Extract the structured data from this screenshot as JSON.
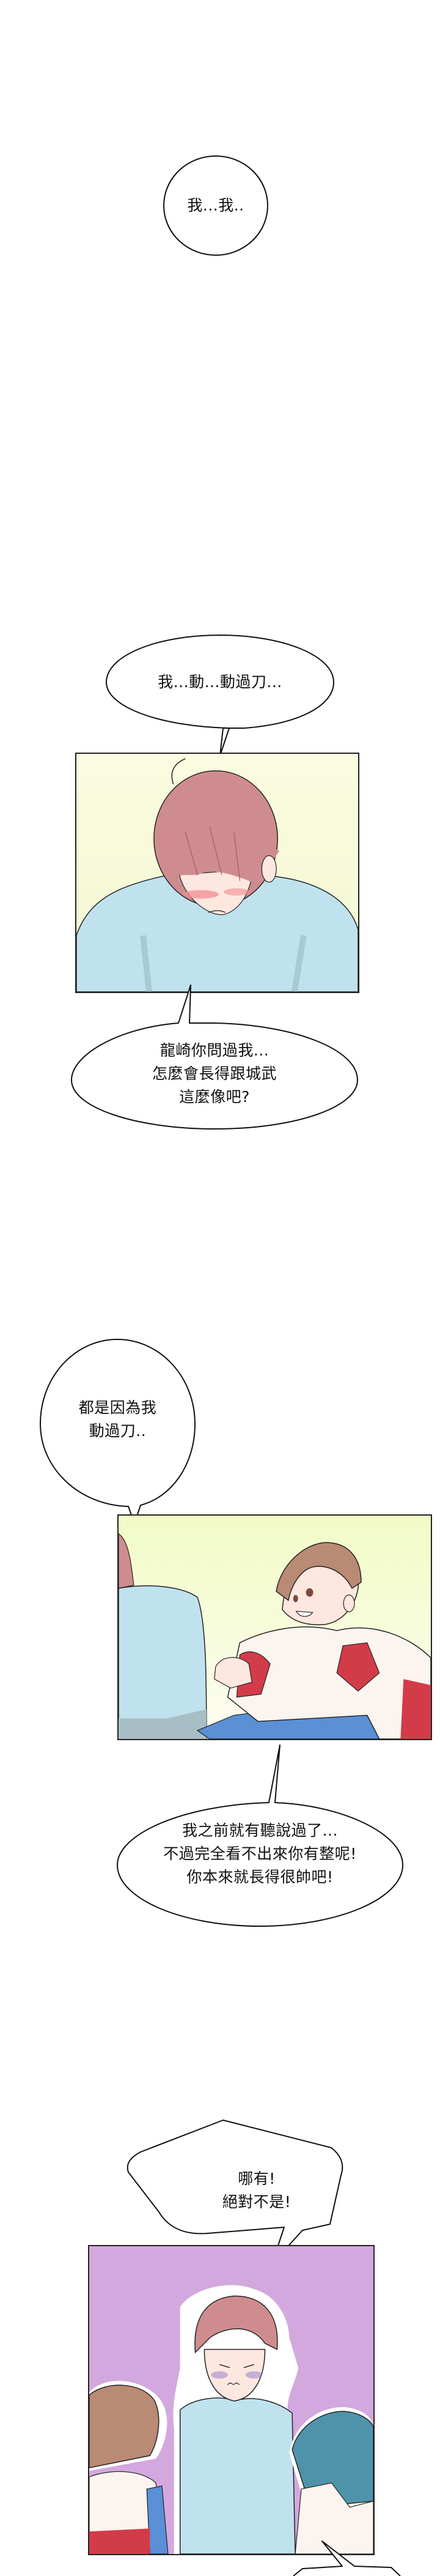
{
  "comic": {
    "background": "#ffffff",
    "bubbles": [
      {
        "id": "b1",
        "shape": "circle",
        "lines": [
          "我...我.."
        ]
      },
      {
        "id": "b2",
        "shape": "oval",
        "lines": [
          "我...動...動過刀..."
        ]
      },
      {
        "id": "b3",
        "shape": "oval",
        "lines": [
          "龍崎你問過我...",
          "怎麼會長得跟城武",
          "這麼像吧?"
        ]
      },
      {
        "id": "b4",
        "shape": "circle",
        "lines": [
          "都是因為我",
          "動過刀.."
        ]
      },
      {
        "id": "b5",
        "shape": "oval",
        "lines": [
          "我之前就有聽說過了...",
          "不過完全看不出來你有整呢!",
          "你本來就長得很帥吧!"
        ]
      },
      {
        "id": "b6",
        "shape": "jagged",
        "lines": [
          "哪有!",
          "絕對不是!"
        ]
      },
      {
        "id": "b7",
        "shape": "partial",
        "lines": []
      }
    ],
    "panels": [
      {
        "id": "p1",
        "description": "pink-haired boy in light blue shirt looking down, blushing",
        "bg_top": "#fbfbe0",
        "bg_bottom": "#f3f8d2"
      },
      {
        "id": "p2",
        "description": "brown-haired boy in white and red jacket smiling, leaning on blue cushion; pink-haired boy's back at left",
        "bg_top": "#f1fbc6",
        "bg_bottom": "#fdfdf0"
      },
      {
        "id": "p3",
        "description": "pink-haired boy embarrassed with two friends (brown-haired and teal-haired) on purple background",
        "bg": "#d3a8de"
      }
    ],
    "colors": {
      "outline": "#111111",
      "shirt_blue": "#bfe2ee",
      "hair_pink": "#cf8c8e",
      "hair_brown": "#b98a74",
      "hair_teal": "#4f93aa",
      "jacket_red": "#d23c48",
      "jacket_white": "#fbf4ef",
      "cushion_blue": "#5b8fd6",
      "skin": "#fde7df",
      "blush": "#f08d93",
      "purple_bg": "#d3a8de"
    }
  }
}
